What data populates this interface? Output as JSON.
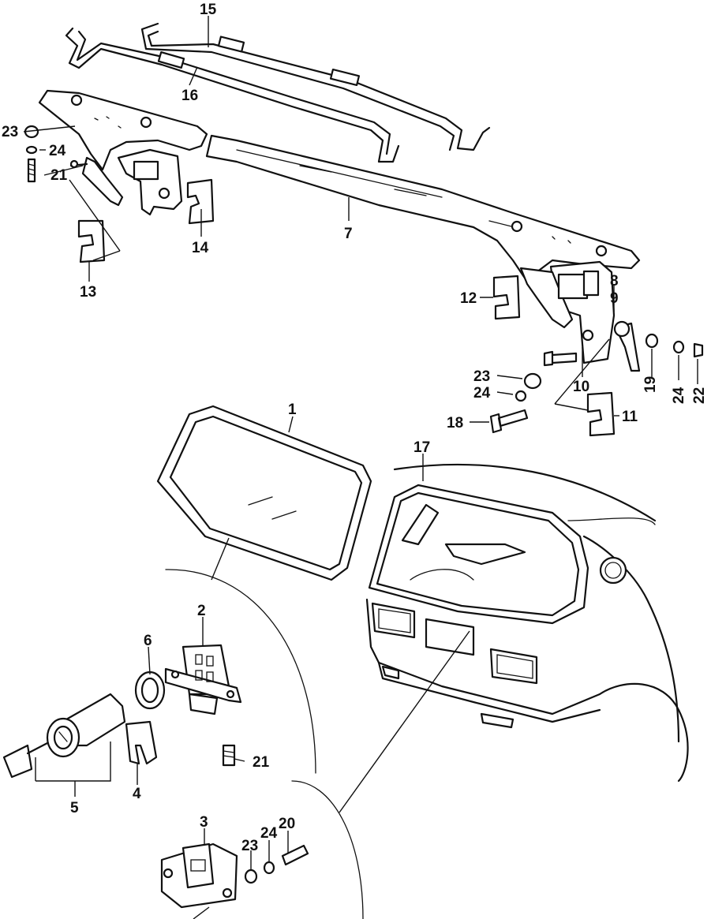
{
  "callouts": {
    "c1": "1",
    "c2": "2",
    "c3": "3",
    "c4": "4",
    "c5": "5",
    "c6": "6",
    "c7": "7",
    "c8": "8",
    "c9": "9",
    "c10": "10",
    "c11": "11",
    "c12": "12",
    "c13": "13",
    "c14": "14",
    "c15": "15",
    "c16": "16",
    "c17": "17",
    "c18": "18",
    "c19": "19",
    "c20": "20",
    "c21a": "21",
    "c21b": "21",
    "c22": "22",
    "c23a": "23",
    "c23b": "23",
    "c23c": "23",
    "c24a": "24",
    "c24b": "24",
    "c24c": "24",
    "c24d": "24"
  }
}
